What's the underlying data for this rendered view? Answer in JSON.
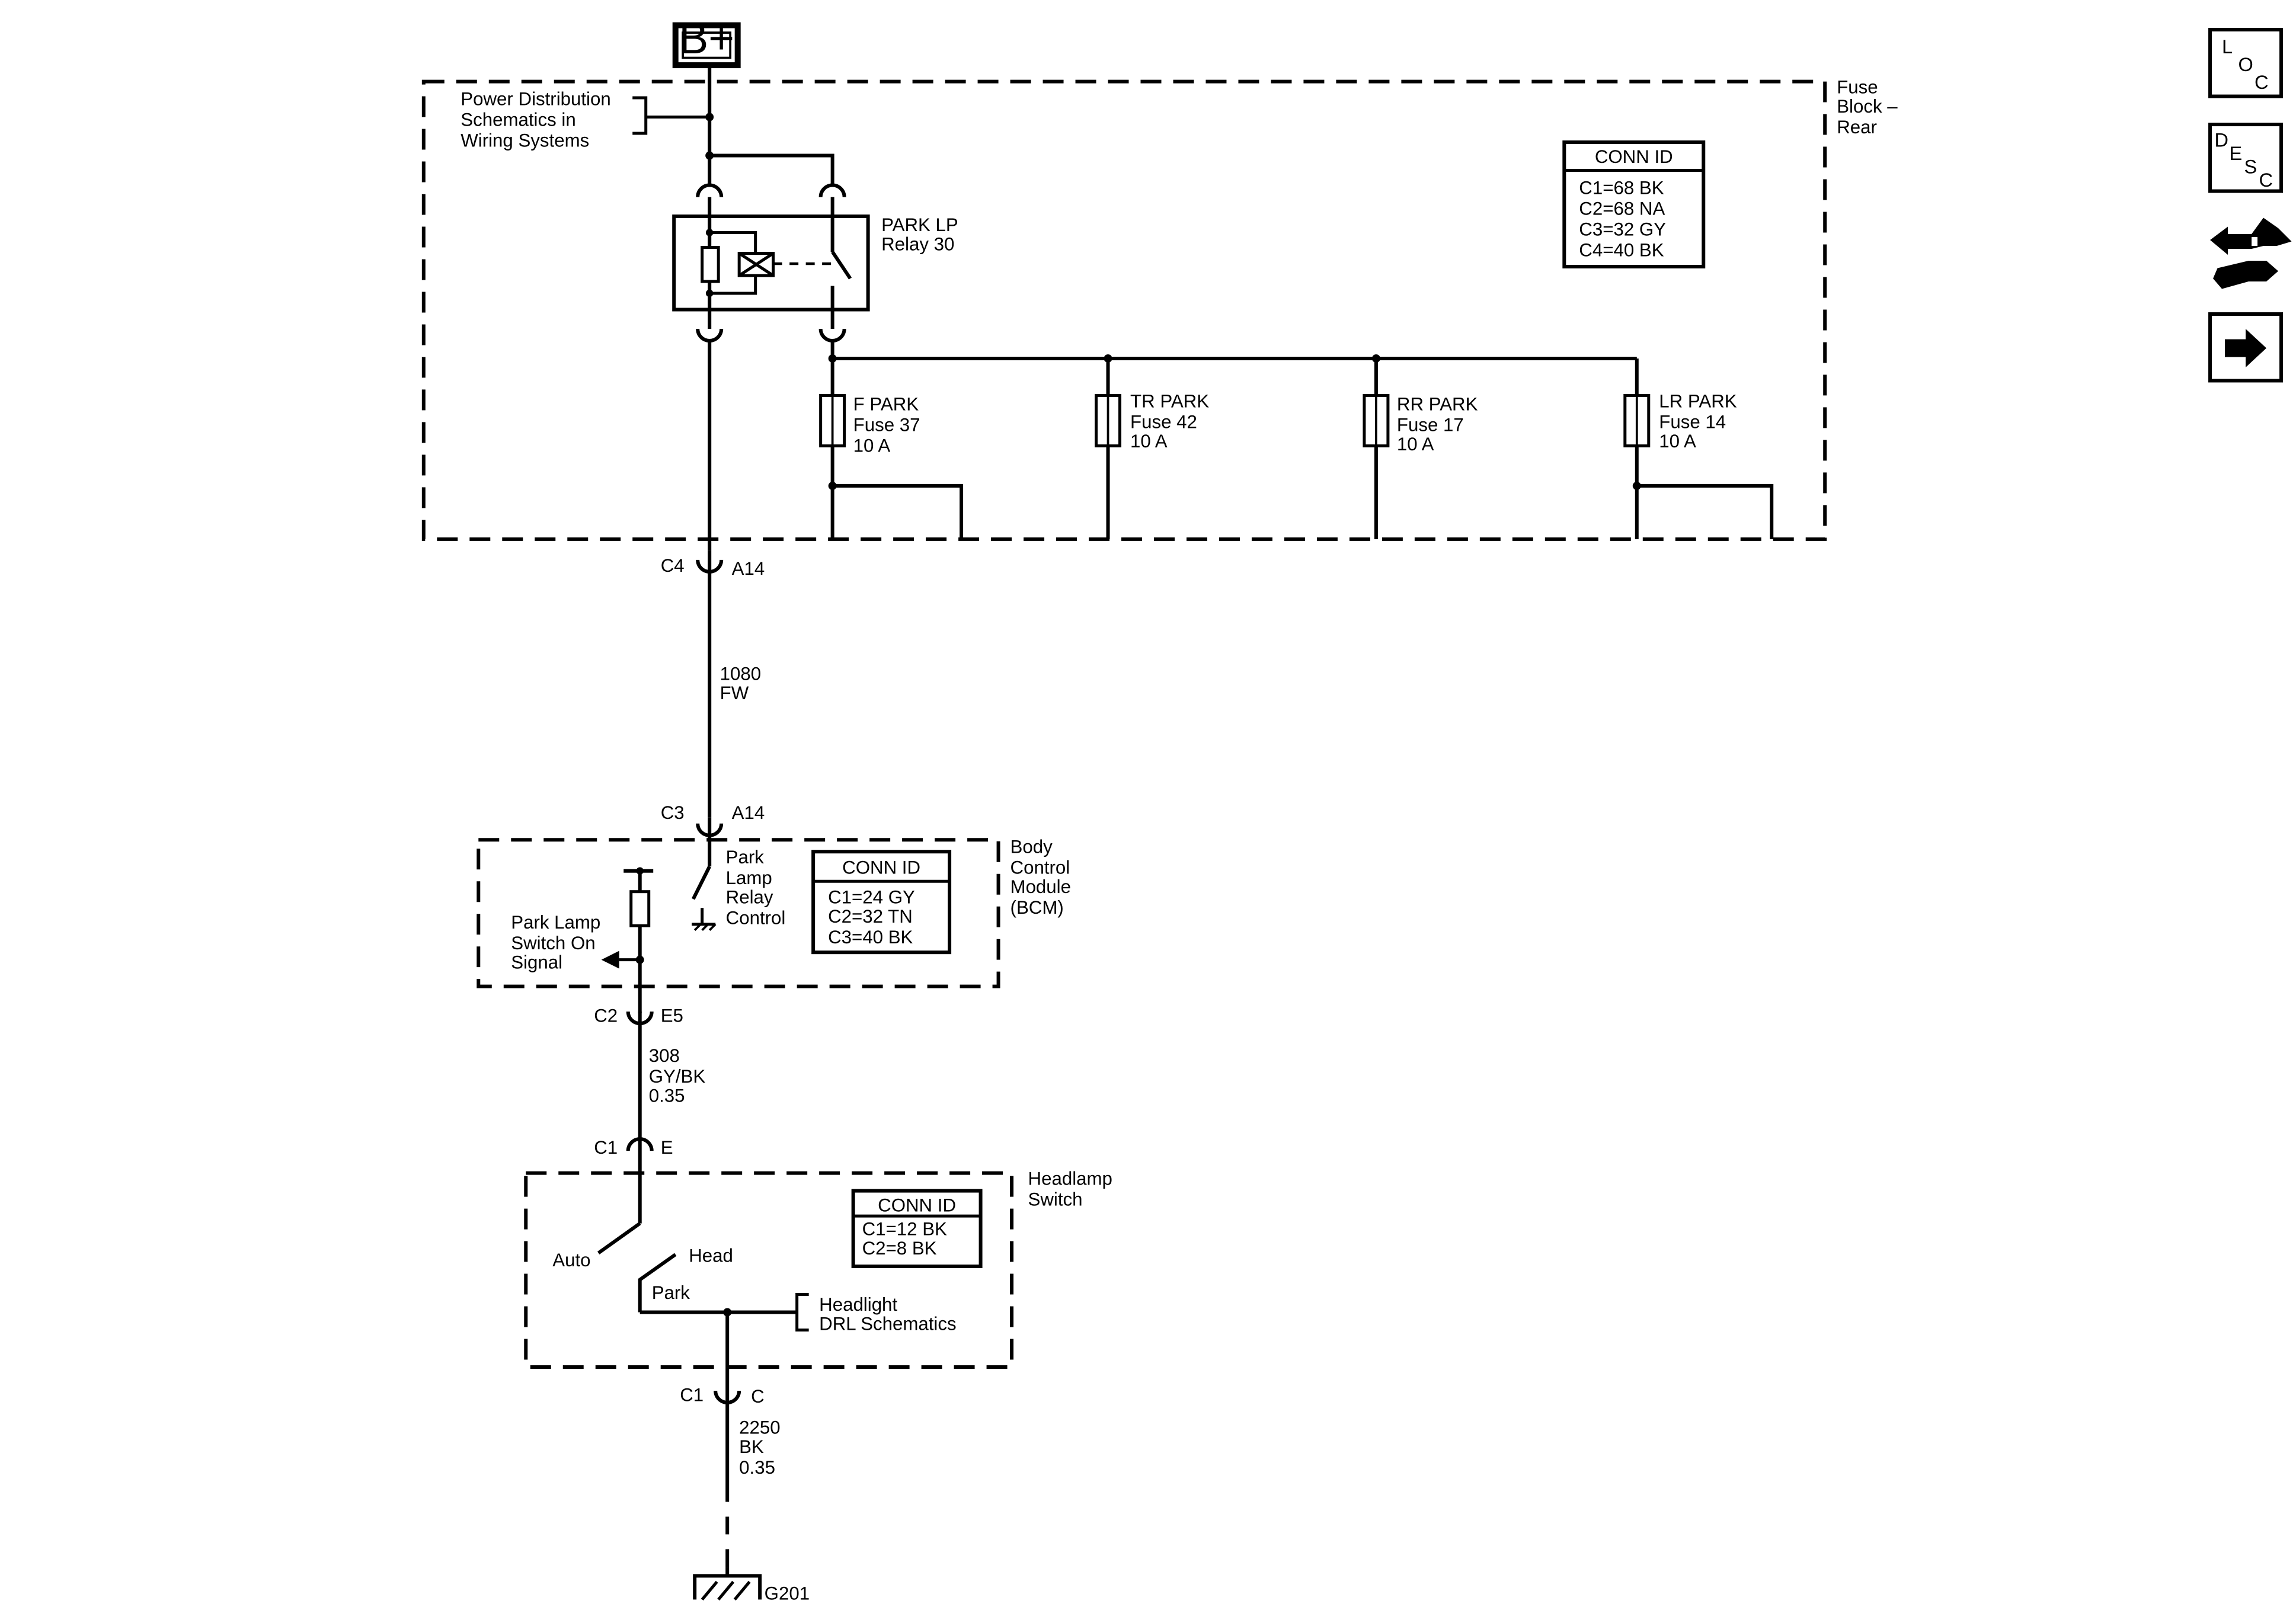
{
  "power_source": "B+",
  "fuse_block": {
    "label": [
      "Fuse",
      "Block –",
      "Rear"
    ],
    "power_ref": [
      "Power Distribution",
      "Schematics in",
      "Wiring Systems"
    ],
    "relay": [
      "PARK LP",
      "Relay 30"
    ],
    "conn_id": {
      "title": "CONN ID",
      "rows": [
        "C1=68 BK",
        "C2=68 NA",
        "C3=32 GY",
        "C4=40 BK"
      ]
    },
    "fuses": [
      {
        "name": "F PARK",
        "fuse": "Fuse 37",
        "rating": "10 A"
      },
      {
        "name": "TR PARK",
        "fuse": "Fuse 42",
        "rating": "10 A"
      },
      {
        "name": "RR PARK",
        "fuse": "Fuse 17",
        "rating": "10 A"
      },
      {
        "name": "LR PARK",
        "fuse": "Fuse 14",
        "rating": "10 A"
      }
    ]
  },
  "connectors": {
    "c4": {
      "conn": "C4",
      "pin": "A14"
    },
    "c3": {
      "conn": "C3",
      "pin": "A14"
    },
    "c2": {
      "conn": "C2",
      "pin": "E5"
    },
    "c1_top": {
      "conn": "C1",
      "pin": "E"
    },
    "c1_bottom": {
      "conn": "C1",
      "pin": "C"
    }
  },
  "wires": {
    "w1080": [
      "1080",
      "FW"
    ],
    "w308": [
      "308",
      "GY/BK",
      "0.35"
    ],
    "w2250": [
      "2250",
      "BK",
      "0.35"
    ]
  },
  "bcm": {
    "label": [
      "Body",
      "Control",
      "Module",
      "(BCM)"
    ],
    "relay_control": [
      "Park",
      "Lamp",
      "Relay",
      "Control"
    ],
    "switch_signal": [
      "Park Lamp",
      "Switch On",
      "Signal"
    ],
    "conn_id": {
      "title": "CONN ID",
      "rows": [
        "C1=24 GY",
        "C2=32 TN",
        "C3=40 BK"
      ]
    }
  },
  "headlamp_switch": {
    "label": [
      "Headlamp",
      "Switch"
    ],
    "positions": {
      "auto": "Auto",
      "head": "Head",
      "park": "Park"
    },
    "drl_ref": [
      "Headlight",
      "DRL Schematics"
    ],
    "conn_id": {
      "title": "CONN ID",
      "rows": [
        "C1=12 BK",
        "C2=8 BK"
      ]
    }
  },
  "ground": "G201",
  "nav": {
    "loc": [
      "L",
      "O",
      "C"
    ],
    "desc": [
      "D",
      "E",
      "S",
      "C"
    ]
  }
}
